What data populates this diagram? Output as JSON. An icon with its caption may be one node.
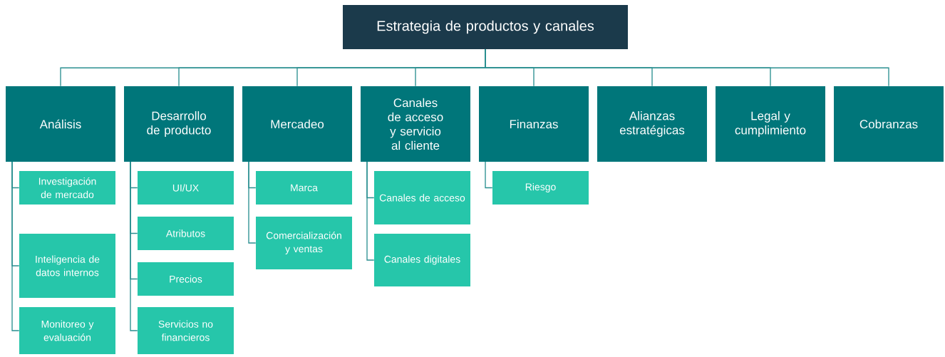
{
  "diagram": {
    "nodes": [
      {
        "text": [
          "Estrategia de productos y canales"
        ]
      },
      {
        "text": [
          "Análisis"
        ]
      },
      {
        "text": [
          "Desarrollo de producto"
        ]
      },
      {
        "text": [
          "Mercadeo"
        ]
      },
      {
        "text": [
          "Canales de acceso y servicio al cliente"
        ]
      },
      {
        "text": [
          "Finanzas"
        ]
      },
      {
        "text": [
          "Alianzas estratégicas"
        ]
      },
      {
        "text": [
          "Legal y cumplimiento"
        ]
      },
      {
        "text": [
          "Cobranzas"
        ]
      },
      {
        "text": [
          "Investigación de mercado"
        ]
      },
      {
        "text": [
          "Inteligencia de datos internos"
        ]
      },
      {
        "text": [
          "Monitoreo y evaluación"
        ]
      },
      {
        "text": [
          "UI/UX"
        ]
      },
      {
        "text": [
          "Atributos"
        ]
      },
      {
        "text": [
          "Precios"
        ]
      },
      {
        "text": [
          "Servicios no financieros"
        ]
      },
      {
        "text": [
          "Marca"
        ]
      },
      {
        "text": [
          "Comercialización y ventas"
        ]
      },
      {
        "text": [
          "Canales de acceso"
        ]
      },
      {
        "text": [
          "Canales digitales"
        ]
      },
      {
        "text": [
          "Riesgo"
        ]
      }
    ],
    "edges": [
      {
        "from": 0,
        "to": 1,
        "arrow": "none"
      },
      {
        "from": 0,
        "to": 2,
        "arrow": "none"
      },
      {
        "from": 0,
        "to": 3,
        "arrow": "none"
      },
      {
        "from": 0,
        "to": 4,
        "arrow": "none"
      },
      {
        "from": 0,
        "to": 5,
        "arrow": "none"
      },
      {
        "from": 0,
        "to": 6,
        "arrow": "none"
      },
      {
        "from": 0,
        "to": 7,
        "arrow": "none"
      },
      {
        "from": 0,
        "to": 8,
        "arrow": "none"
      },
      {
        "from": 1,
        "to": 9,
        "arrow": "none"
      },
      {
        "from": 1,
        "to": 10,
        "arrow": "none"
      },
      {
        "from": 1,
        "to": 11,
        "arrow": "none"
      },
      {
        "from": 2,
        "to": 12,
        "arrow": "none"
      },
      {
        "from": 2,
        "to": 13,
        "arrow": "none"
      },
      {
        "from": 2,
        "to": 14,
        "arrow": "none"
      },
      {
        "from": 2,
        "to": 15,
        "arrow": "none"
      },
      {
        "from": 3,
        "to": 16,
        "arrow": "none"
      },
      {
        "from": 3,
        "to": 17,
        "arrow": "none"
      },
      {
        "from": 4,
        "to": 18,
        "arrow": "none"
      },
      {
        "from": 4,
        "to": 19,
        "arrow": "none"
      },
      {
        "from": 5,
        "to": 20,
        "arrow": "none"
      }
    ]
  }
}
